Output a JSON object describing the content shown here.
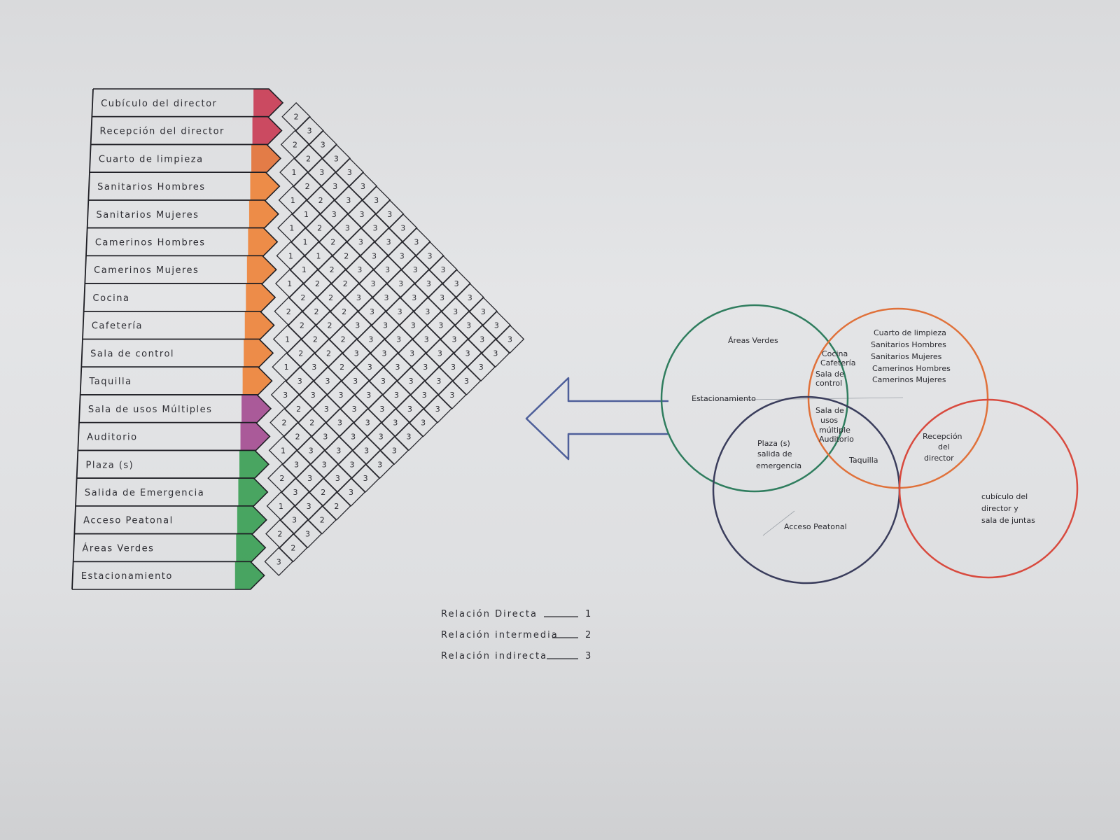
{
  "matrix": {
    "rows": [
      {
        "label": "Cubículo del director",
        "color": "#c8304a"
      },
      {
        "label": "Recepción del director",
        "color": "#c8304a"
      },
      {
        "label": "Cuarto de limpieza",
        "color": "#e46a2c"
      },
      {
        "label": "Sanitarios Hombres",
        "color": "#ef7d2d"
      },
      {
        "label": "Sanitarios Mujeres",
        "color": "#ef7d2d"
      },
      {
        "label": "Camerinos Hombres",
        "color": "#ef7d2d"
      },
      {
        "label": "Camerinos Mujeres",
        "color": "#ef7d2d"
      },
      {
        "label": "Cocina",
        "color": "#ef7d2d"
      },
      {
        "label": "Cafetería",
        "color": "#ef7d2d"
      },
      {
        "label": "Sala de control",
        "color": "#ef7d2d"
      },
      {
        "label": "Taquilla",
        "color": "#ef7d2d"
      },
      {
        "label": "Sala de usos Múltiples",
        "color": "#a0428c"
      },
      {
        "label": "Auditorio",
        "color": "#a0428c"
      },
      {
        "label": "Plaza (s)",
        "color": "#2e9a4a"
      },
      {
        "label": "Salida de Emergencia",
        "color": "#2e9a4a"
      },
      {
        "label": "Acceso Peatonal",
        "color": "#2e9a4a"
      },
      {
        "label": "Áreas Verdes",
        "color": "#2e9a4a"
      },
      {
        "label": "Estacionamiento",
        "color": "#2e9a4a"
      }
    ],
    "values": [
      [
        2,
        3,
        3,
        3,
        3,
        3,
        3,
        3,
        3,
        3,
        3,
        3,
        3,
        3,
        3,
        3,
        3
      ],
      [
        2,
        2,
        3,
        3,
        3,
        3,
        3,
        3,
        3,
        3,
        3,
        3,
        3,
        3,
        3,
        3
      ],
      [
        1,
        2,
        2,
        3,
        3,
        3,
        3,
        3,
        3,
        3,
        3,
        3,
        3,
        3,
        3
      ],
      [
        1,
        1,
        2,
        2,
        2,
        3,
        3,
        3,
        3,
        3,
        3,
        3,
        3,
        3
      ],
      [
        1,
        1,
        1,
        2,
        2,
        3,
        3,
        3,
        3,
        3,
        3,
        3,
        3
      ],
      [
        1,
        1,
        2,
        2,
        2,
        3,
        3,
        3,
        3,
        3,
        3,
        3
      ],
      [
        1,
        2,
        2,
        2,
        2,
        3,
        3,
        3,
        3,
        3,
        3
      ],
      [
        2,
        2,
        2,
        2,
        2,
        3,
        3,
        3,
        3,
        3
      ],
      [
        1,
        2,
        3,
        3,
        3,
        3,
        3,
        3,
        3
      ],
      [
        1,
        3,
        3,
        3,
        3,
        3,
        3,
        3
      ],
      [
        3,
        2,
        2,
        3,
        3,
        3,
        3
      ],
      [
        2,
        2,
        3,
        3,
        3,
        3
      ],
      [
        1,
        3,
        3,
        2,
        2
      ],
      [
        2,
        3,
        3,
        2
      ],
      [
        1,
        3,
        3
      ],
      [
        2,
        2
      ],
      [
        3
      ]
    ]
  },
  "venn": {
    "circles": [
      {
        "name": "green",
        "color": "#2f7d5e"
      },
      {
        "name": "orange",
        "color": "#e0713a"
      },
      {
        "name": "navy",
        "color": "#3a3d5c"
      },
      {
        "name": "red",
        "color": "#d84a3e"
      }
    ],
    "labels": {
      "areas_verdes": "Áreas Verdes",
      "estacionamiento": "Estacionamiento",
      "cocina_group": [
        "Cocina",
        "Cafetería",
        "Sala de",
        "control"
      ],
      "services_group": [
        "Cuarto de limpieza",
        "Sanitarios Hombres",
        "Sanitarios Mujeres",
        "Camerinos Hombres",
        "Camerinos Mujeres"
      ],
      "sum_group": [
        "Sala de",
        "usos",
        "múltiple",
        "Auditorio"
      ],
      "plaza_group": [
        "Plaza (s)",
        "salida de",
        "emergencia"
      ],
      "taquilla": "Taquilla",
      "recepcion": [
        "Recepción",
        "del",
        "director"
      ],
      "acceso": "Acceso Peatonal",
      "cubiculo": [
        "cubículo del",
        "director y",
        "sala de juntas"
      ]
    }
  },
  "legend": [
    {
      "text": "Relación Directa",
      "value": "1"
    },
    {
      "text": "Relación intermedia",
      "value": "2"
    },
    {
      "text": "Relación indirecta",
      "value": "3"
    }
  ]
}
